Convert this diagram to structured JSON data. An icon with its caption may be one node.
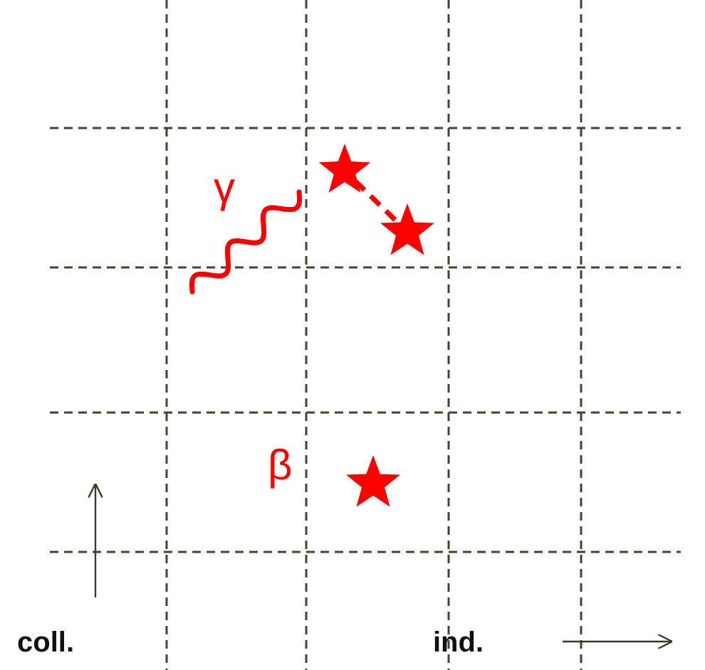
{
  "diagram": {
    "nodes": [
      {
        "text": [],
        "shape": "star"
      },
      {
        "text": [],
        "shape": "star"
      },
      {
        "text": [],
        "shape": "star"
      }
    ],
    "edges": [
      {
        "from": 0,
        "to": 1,
        "arrow": "none",
        "style": "dashed",
        "color": "#ff0000"
      }
    ],
    "labels": [
      "γ",
      "β",
      "coll.",
      "ind."
    ]
  }
}
